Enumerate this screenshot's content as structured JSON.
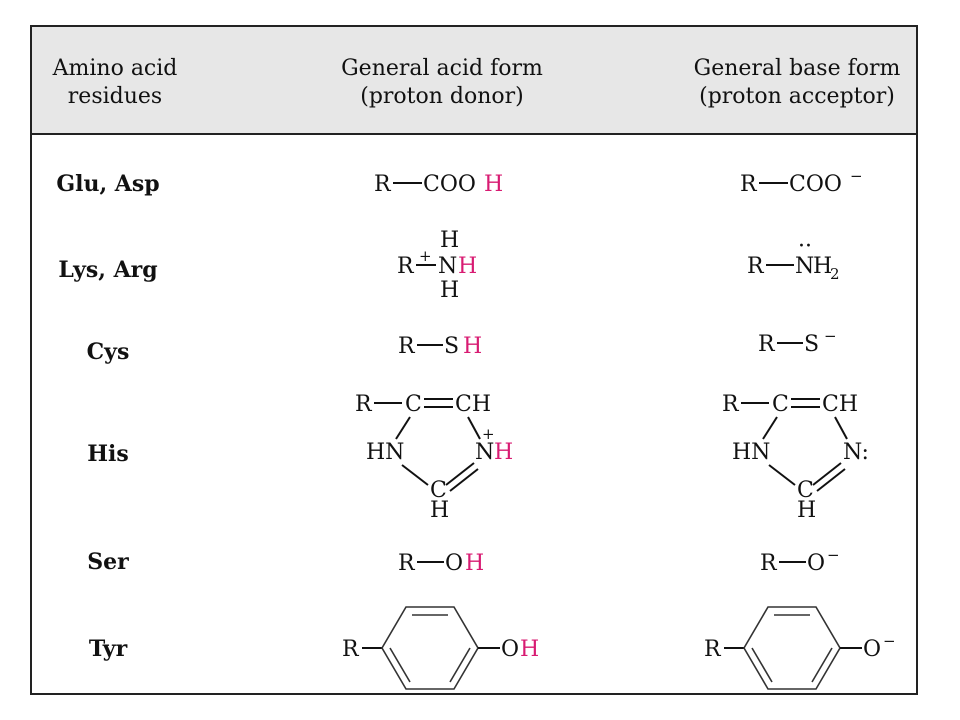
{
  "header": {
    "col1": [
      "Amino acid",
      "residues"
    ],
    "col2": [
      "General acid form",
      "(proton donor)"
    ],
    "col3": [
      "General base form",
      "(proton acceptor)"
    ]
  },
  "rows": [
    {
      "name": "Glu, Asp",
      "acid": [
        "R",
        "COO",
        "H"
      ],
      "base": [
        "R",
        "COO",
        "−"
      ]
    },
    {
      "name": "Lys, Arg",
      "acid": [
        "R",
        "+",
        "N",
        "H",
        "H",
        "H"
      ],
      "base": [
        "R",
        "N",
        "H",
        "2",
        "··"
      ]
    },
    {
      "name": "Cys",
      "acid": [
        "R",
        "S",
        "H"
      ],
      "base": [
        "R",
        "S",
        "−"
      ]
    },
    {
      "name": "His",
      "acid": [
        "R",
        "C",
        "CH",
        "HN",
        "N",
        "H",
        "+",
        "C",
        "H"
      ],
      "base": [
        "R",
        "C",
        "CH",
        "HN",
        "N:",
        "C",
        "H"
      ]
    },
    {
      "name": "Ser",
      "acid": [
        "R",
        "O",
        "H"
      ],
      "base": [
        "R",
        "O",
        "−"
      ]
    },
    {
      "name": "Tyr",
      "acid": [
        "R",
        "O",
        "H"
      ],
      "base": [
        "R",
        "O",
        "−"
      ]
    }
  ],
  "colors": {
    "highlight": "#d81b72",
    "header_bg": "#e7e7e7"
  }
}
